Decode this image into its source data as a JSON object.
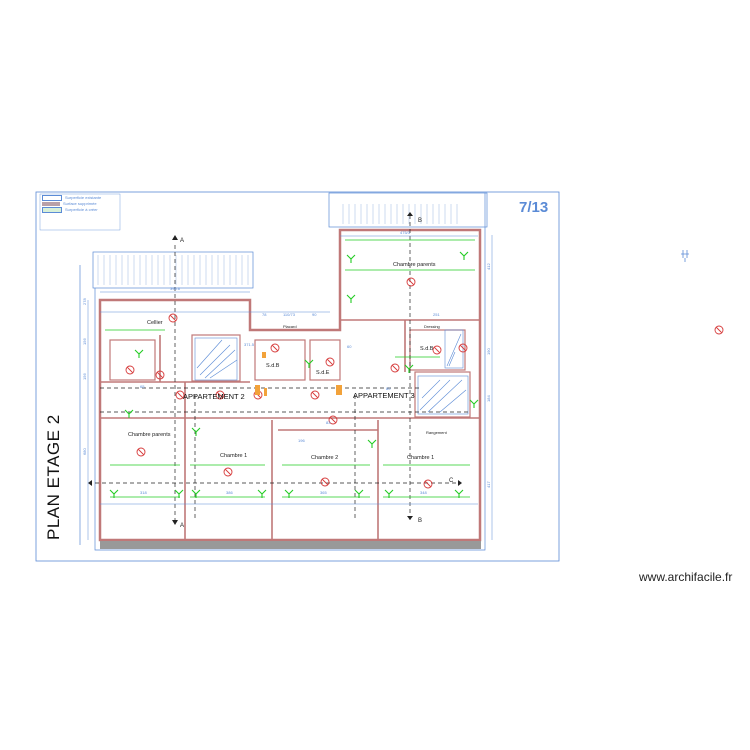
{
  "sheet": {
    "title": "PLAN ETAGE 2",
    "page_number": "7/13",
    "watermark": "www.archifacile.fr"
  },
  "legend": [
    {
      "label": "Surperficie existante",
      "color": "#ffffff"
    },
    {
      "label": "Surface supprimée",
      "color": "#b8a0a8"
    },
    {
      "label": "Surperficie à créer",
      "color": "#d8f0d8"
    }
  ],
  "apartments": [
    {
      "name": "APPARTEMENT 2"
    },
    {
      "name": "APPARTEMENT 3"
    }
  ],
  "rooms": [
    {
      "name": "Cellier"
    },
    {
      "name": "Chambre parents"
    },
    {
      "name": "Chambre 1"
    },
    {
      "name": "Chambre 2"
    },
    {
      "name": "Chambre 1"
    },
    {
      "name": "Chambre parents"
    },
    {
      "name": "S.d.B"
    },
    {
      "name": "S.d.B"
    },
    {
      "name": "S.d.E"
    },
    {
      "name": "Rangement"
    },
    {
      "name": "Dressing"
    },
    {
      "name": "Placard"
    }
  ],
  "section_marks": [
    "A",
    "A",
    "B",
    "B",
    "C"
  ],
  "dimensions": {
    "top": [
      "396.6",
      "78",
      "110/73",
      "90",
      "475/3",
      "251"
    ],
    "bottom": [
      "318",
      "386",
      "365",
      "348"
    ],
    "interior": [
      "196",
      "371.5",
      "60",
      "80",
      "65",
      "83"
    ],
    "right": [
      "412",
      "190",
      "184",
      "417"
    ],
    "left": [
      "278",
      "156",
      "156",
      "680"
    ]
  },
  "colors": {
    "outline": "#5b8bd6",
    "walls": "#c07878",
    "electrical": "#22cc22",
    "dashed": "#222222",
    "fixtures": "#d63a3a",
    "roof": "#9bb7e0",
    "floor_strip": "#999999"
  }
}
